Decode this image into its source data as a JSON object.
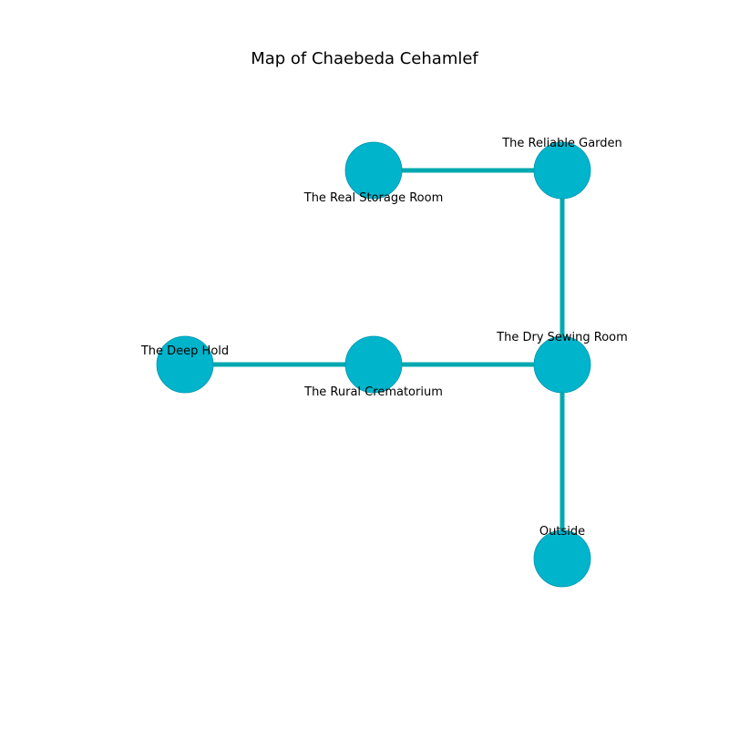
{
  "title": "Map of Chaebeda Cehamlef",
  "colors": {
    "node": "#00b4cc",
    "node_stroke": "#0097ab",
    "edge": "#00a9b0"
  },
  "rooms": [
    {
      "id": "real-storage-room",
      "label": "The Real Storage Room"
    },
    {
      "id": "reliable-garden",
      "label": "The Reliable Garden"
    },
    {
      "id": "deep-hold",
      "label": "The Deep Hold"
    },
    {
      "id": "rural-crematorium",
      "label": "The Rural Crematorium"
    },
    {
      "id": "dry-sewing-room",
      "label": "The Dry Sewing Room"
    },
    {
      "id": "outside",
      "label": "Outside"
    }
  ],
  "connections": [
    [
      "real-storage-room",
      "reliable-garden"
    ],
    [
      "reliable-garden",
      "dry-sewing-room"
    ],
    [
      "deep-hold",
      "rural-crematorium"
    ],
    [
      "rural-crematorium",
      "dry-sewing-room"
    ],
    [
      "dry-sewing-room",
      "outside"
    ]
  ]
}
